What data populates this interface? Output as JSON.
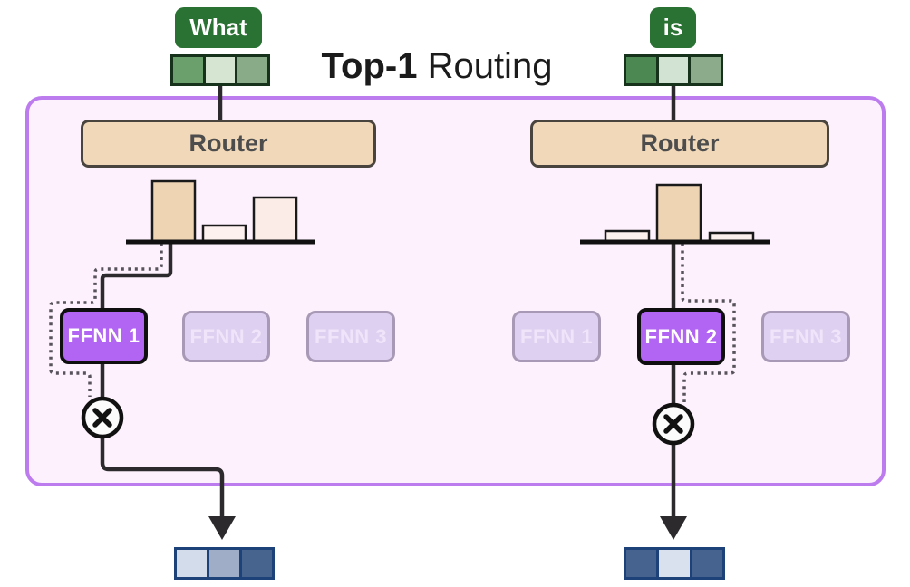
{
  "title": {
    "highlight": "Top-1",
    "rest": " Routing"
  },
  "tokens": [
    {
      "label": "What",
      "embedding_colors": [
        "#6ba06d",
        "#d5e5d2",
        "#8aab88"
      ]
    },
    {
      "label": "is",
      "embedding_colors": [
        "#4c8852",
        "#d3e3d3",
        "#8cab8a"
      ]
    }
  ],
  "routers": [
    {
      "label": "Router"
    },
    {
      "label": "Router"
    }
  ],
  "chart_data": [
    {
      "type": "bar",
      "title": "Router probability distribution for token 'What'",
      "categories": [
        "FFNN 1",
        "FFNN 2",
        "FFNN 3"
      ],
      "values": [
        0.67,
        0.18,
        0.49
      ],
      "selected_index": 0,
      "bar_colors": [
        "#efd4b4",
        "#fdf1ef",
        "#fbece7"
      ],
      "xlabel": "",
      "ylabel": "",
      "ylim": [
        0,
        1
      ],
      "axes": "baseline-only",
      "grid": false
    },
    {
      "type": "bar",
      "title": "Router probability distribution for token 'is'",
      "categories": [
        "FFNN 1",
        "FFNN 2",
        "FFNN 3"
      ],
      "values": [
        0.12,
        0.63,
        0.1
      ],
      "selected_index": 1,
      "bar_colors": [
        "#fdf1ee",
        "#efd4b4",
        "#fdf1ee"
      ],
      "xlabel": "",
      "ylabel": "",
      "ylim": [
        0,
        1
      ],
      "axes": "baseline-only",
      "grid": false
    }
  ],
  "expert_groups": [
    {
      "experts": [
        {
          "label": "FFNN 1",
          "active": true
        },
        {
          "label": "FFNN 2",
          "active": false
        },
        {
          "label": "FFNN 3",
          "active": false
        }
      ]
    },
    {
      "experts": [
        {
          "label": "FFNN 1",
          "active": false
        },
        {
          "label": "FFNN 2",
          "active": true
        },
        {
          "label": "FFNN 3",
          "active": false
        }
      ]
    }
  ],
  "operators": {
    "multiply": "×"
  },
  "icons": {
    "multiply": "circled-multiply-icon"
  },
  "outputs": [
    {
      "cells": [
        "#d3dcea",
        "#9fadc7",
        "#47648f"
      ]
    },
    {
      "cells": [
        "#466390",
        "#dae1ee",
        "#466390"
      ]
    }
  ],
  "colors": {
    "container_border": "#bd7cee",
    "container_fill": "#fcf1fc",
    "token_fill": "#2a7233",
    "embedding_border": "#16321a",
    "router_fill": "#f1d8b9",
    "router_border": "#4a443e",
    "expert_active_fill": "#b264f2",
    "expert_inactive_fill": "#ded0f0",
    "line": "#2c2a2d",
    "dotted_line": "#57525b",
    "output_border": "#1d4179"
  }
}
